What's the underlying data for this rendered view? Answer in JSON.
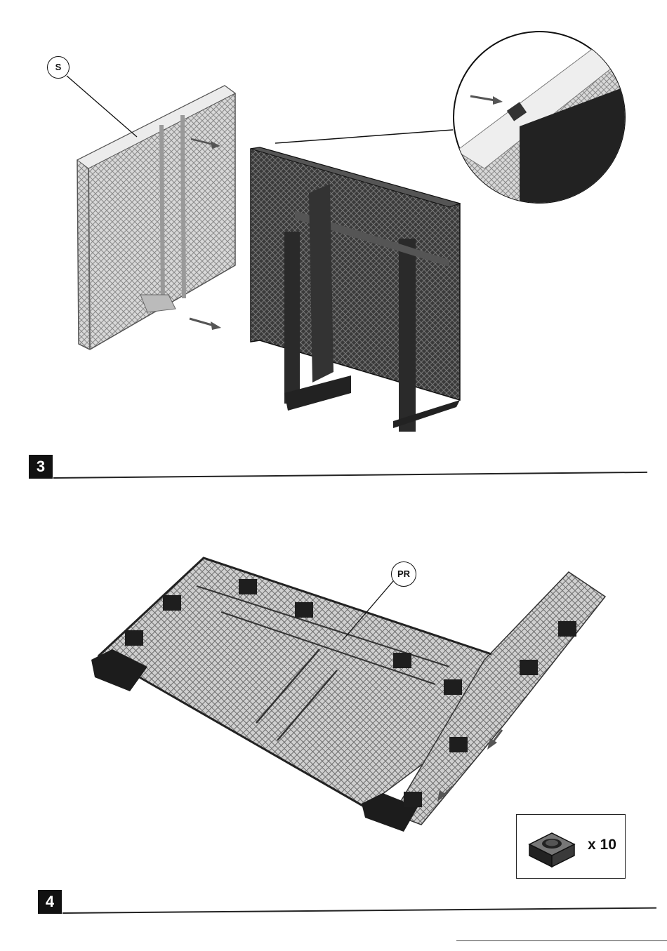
{
  "step3": {
    "number": "3",
    "callout_s": "S"
  },
  "step4": {
    "number": "4",
    "callout_pr": "PR",
    "parts_quantity": "x 10"
  }
}
